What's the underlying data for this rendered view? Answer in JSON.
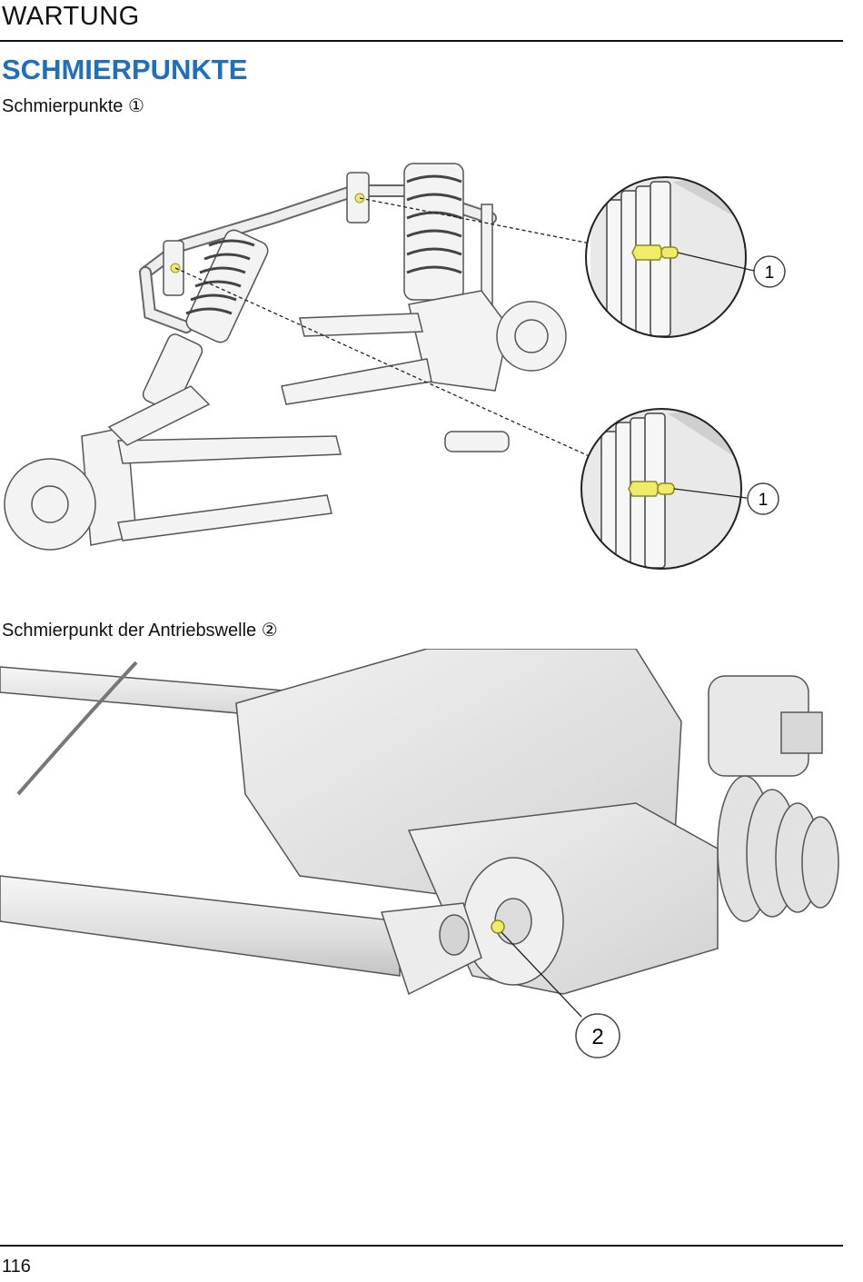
{
  "header": {
    "title": "WARTUNG"
  },
  "section": {
    "title": "SCHMIERPUNKTE",
    "caption_1": "Schmierpunkte ①",
    "caption_2": "Schmierpunkt der Antriebswelle ②"
  },
  "figure_1": {
    "callout_top": "1",
    "callout_bottom": "1"
  },
  "figure_2": {
    "callout": "2"
  },
  "footer": {
    "page_number": "116"
  },
  "colors": {
    "accent": "#1f6fbf",
    "grease_fitting": "#f0ec6a",
    "line": "#111111"
  }
}
